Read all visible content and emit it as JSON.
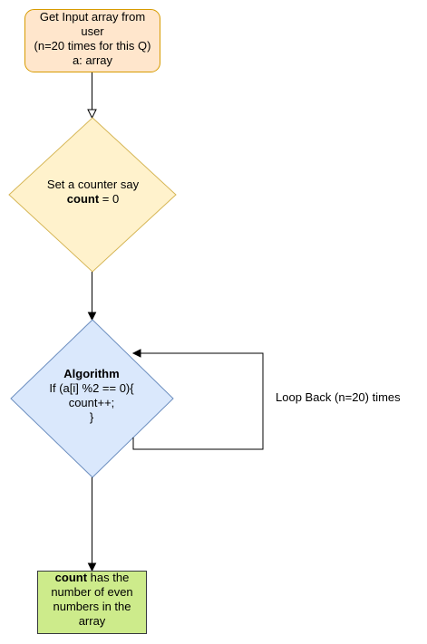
{
  "diagram": {
    "start": {
      "line1": "Get Input array from",
      "line2": "user",
      "line3": "(n=20 times for this Q)",
      "line4": "a: array",
      "fill": "#ffe6cc",
      "stroke": "#d79b00"
    },
    "counter": {
      "line1": "Set a counter say",
      "bold": "count",
      "rest": " = 0",
      "fill": "#fff2cc",
      "stroke": "#d6b656"
    },
    "algorithm": {
      "title": "Algorithm",
      "line1": "If (a[i] %2 == 0){",
      "line2": "count++;",
      "line3": "}",
      "fill": "#dae8fc",
      "stroke": "#6c8ebf"
    },
    "result": {
      "bold": "count",
      "rest": " has the",
      "line2": "number of even",
      "line3": "numbers in the",
      "line4": "array",
      "fill": "#cdeb8b",
      "stroke": "#36393d"
    },
    "loop_label": "Loop Back (n=20) times"
  }
}
